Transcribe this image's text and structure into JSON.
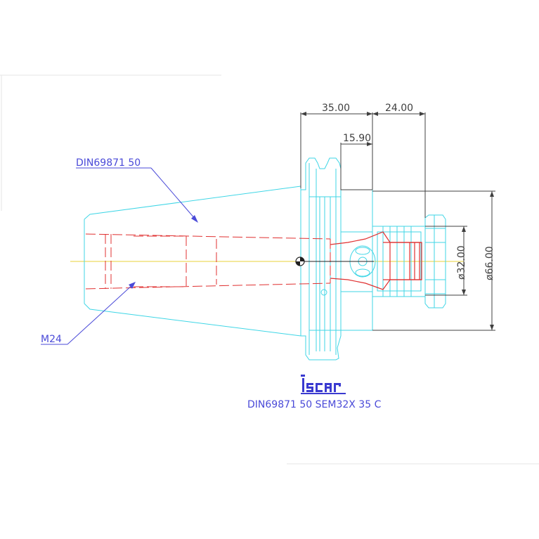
{
  "dimensions": {
    "d1": "35.00",
    "d2": "24.00",
    "d3": "15.90",
    "dia_inner": "ø32.00",
    "dia_outer": "ø66.00"
  },
  "labels": {
    "taper_standard": "DIN69871 50",
    "thread": "M24",
    "part_number": "DIN69871 50 SEM32X 35 C"
  },
  "logo": {
    "text": "iscar",
    "color": "#3a3ad0"
  },
  "colors": {
    "outline": "#3fd6e6",
    "hidden": "#e03030",
    "dimension": "#404040",
    "annotation": "#4a4ad8",
    "centerline": "#e8d23a",
    "sheet_border": "#e6e6e6"
  }
}
